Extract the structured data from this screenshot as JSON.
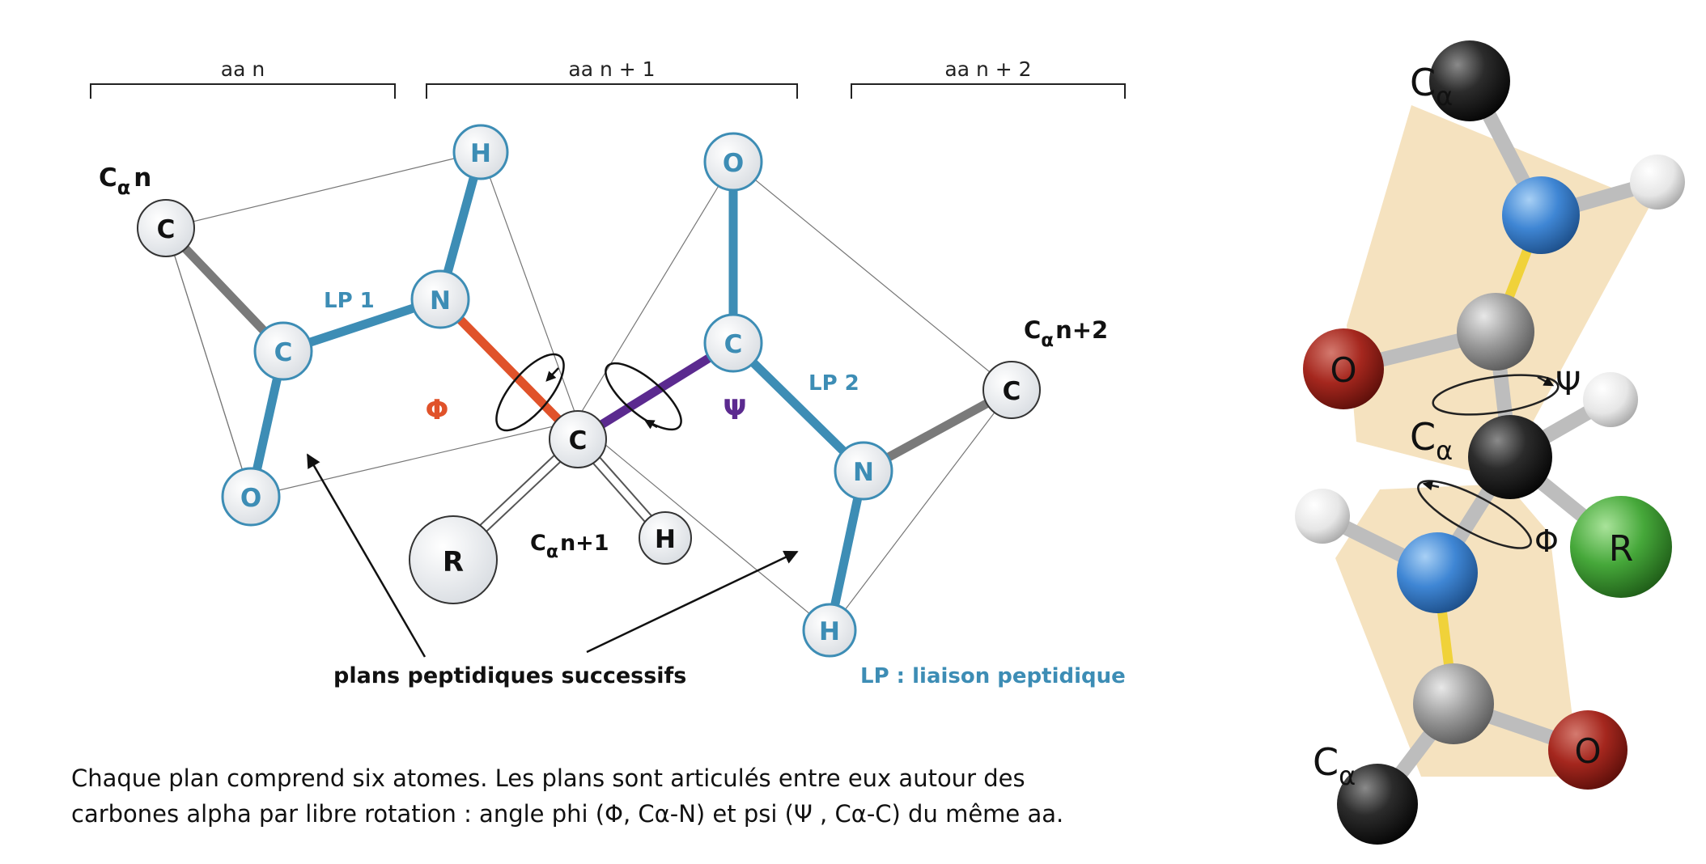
{
  "left_diagram": {
    "brackets": [
      "aa n",
      "aa n + 1",
      "aa n + 2"
    ],
    "atoms": {
      "c_alpha_n": "C",
      "c1": "C",
      "o1": "O",
      "n1": "N",
      "h1": "H",
      "c_alpha_n1": "C",
      "r": "R",
      "h_alpha": "H",
      "c2": "C",
      "o2": "O",
      "n2": "N",
      "h2": "H",
      "c_alpha_n2": "C"
    },
    "labels": {
      "c_alpha_n_prefix": "C",
      "c_alpha_n_sub": "α",
      "c_alpha_n_suffix": "n",
      "c_alpha_n1_prefix": "C",
      "c_alpha_n1_sub": "α",
      "c_alpha_n1_suffix": "n+1",
      "c_alpha_n2_prefix": "C",
      "c_alpha_n2_sub": "α",
      "c_alpha_n2_suffix": "n+2",
      "lp1": "LP 1",
      "lp2": "LP 2",
      "phi": "Φ",
      "psi": "Ψ",
      "planes": "plans peptidiques successifs",
      "lp_legend": "LP : liaison peptidique"
    },
    "caption": [
      "Chaque plan comprend six atomes. Les plans sont articulés entre eux autour des",
      "carbones alpha par libre rotation : angle phi (Φ, Cα-N) et psi (Ψ , Cα-C) du même aa."
    ]
  },
  "right_model": {
    "atoms": {
      "o_top": "O",
      "o_bottom": "O",
      "r": "R"
    },
    "labels": {
      "c_alpha_prefix": "C",
      "c_alpha_sub": "α",
      "psi": "Ψ",
      "phi": "Φ"
    }
  },
  "colors": {
    "backbone_blue": "#3d8db5",
    "phi_bond": "#e0522a",
    "psi_bond": "#5b2a8f",
    "phi_label": "#e0522a",
    "psi_label": "#5b2a8f",
    "lp_text": "#3d8db5",
    "plane_fill": "#f5e2bf",
    "oxygen": "#a5271e",
    "nitrogen": "#3f86d4",
    "carbon_alpha": "#2b2b2b",
    "carbon": "#9b9b9b",
    "r_group": "#46a83a",
    "double_bond": "#f0d23a"
  }
}
